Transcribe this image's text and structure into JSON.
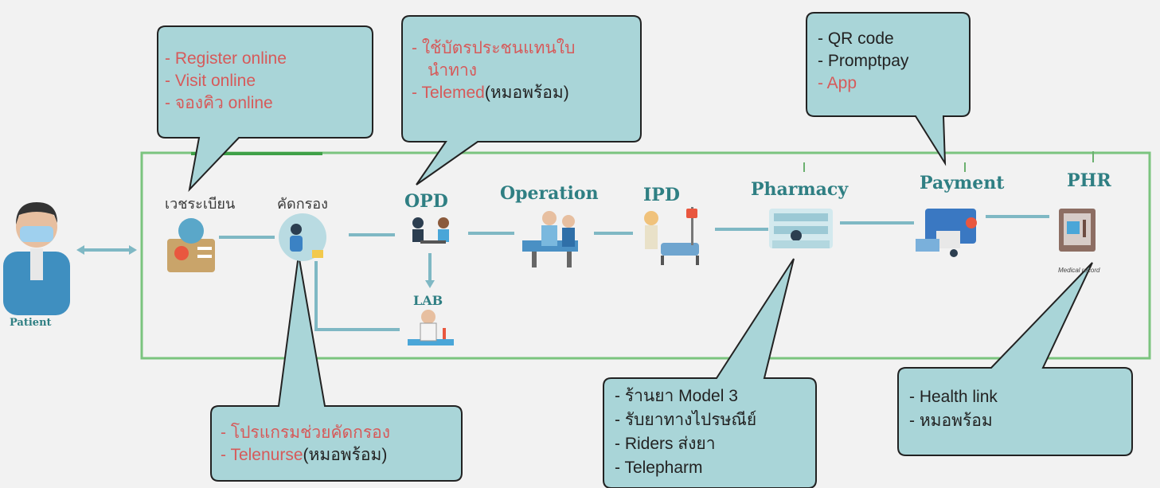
{
  "patient": {
    "label": "Patient"
  },
  "stages": {
    "registration": "เวชระเบียน",
    "screening": "คัดกรอง",
    "opd": "OPD",
    "operation": "Operation",
    "ipd": "IPD",
    "pharmacy": "Pharmacy",
    "payment": "Payment",
    "phr": "PHR",
    "lab": "LAB"
  },
  "medical_record_caption": "Medical record",
  "callouts": {
    "registration": [
      "- Register online",
      "- Visit online",
      "- จองคิว online"
    ],
    "opd_a": "- ใช้บัตรประชนแทนใบ",
    "opd_b": "นำทาง",
    "opd_c": "- Telemed",
    "opd_c_suffix": "(หมอพร้อม)",
    "payment": {
      "a": "- QR code",
      "b": "- Promptpay",
      "c": "- App"
    },
    "screening": {
      "a": "- โปรแกรมช่วยคัดกรอง",
      "b": "- Telenurse",
      "b_suffix": "(หมอพร้อม)"
    },
    "pharmacy": [
      "- ร้านยา Model 3",
      "- รับยาทางไปรษณีย์",
      "- Riders ส่งยา",
      "- Telepharm"
    ],
    "phr": [
      "- Health link",
      "- หมอพร้อม"
    ]
  },
  "colors": {
    "callout_fill": "#a9d5d8",
    "frame": "#7bc47f",
    "arrow": "#7fb8c4",
    "accent_red": "#d65a5a",
    "label_teal": "#2f7f83"
  }
}
